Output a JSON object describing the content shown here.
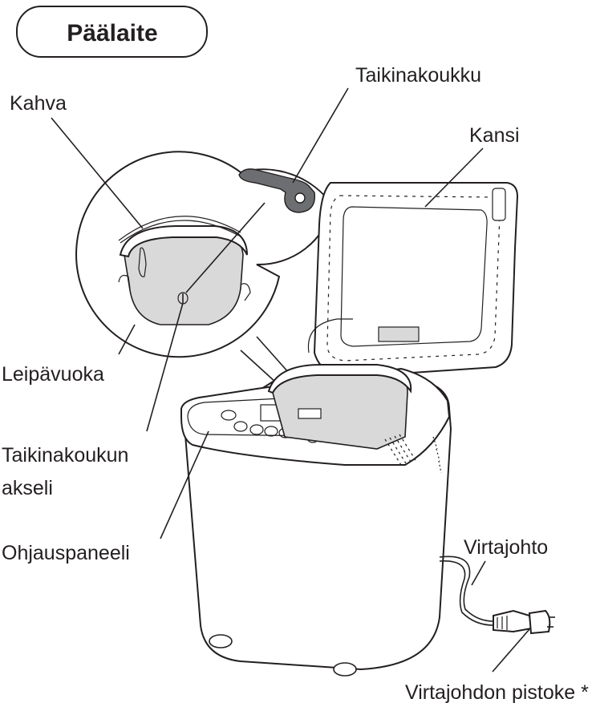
{
  "title": "Päälaite",
  "labels": {
    "kahva": "Kahva",
    "taikinakoukku": "Taikinakoukku",
    "kansi": "Kansi",
    "leipavuoka": "Leipävuoka",
    "akseli_line1": "Taikinakoukun",
    "akseli_line2": "akseli",
    "ohjauspaneeli": "Ohjauspaneeli",
    "virtajohto": "Virtajohto",
    "pistoke": "Virtajohdon pistoke *"
  }
}
